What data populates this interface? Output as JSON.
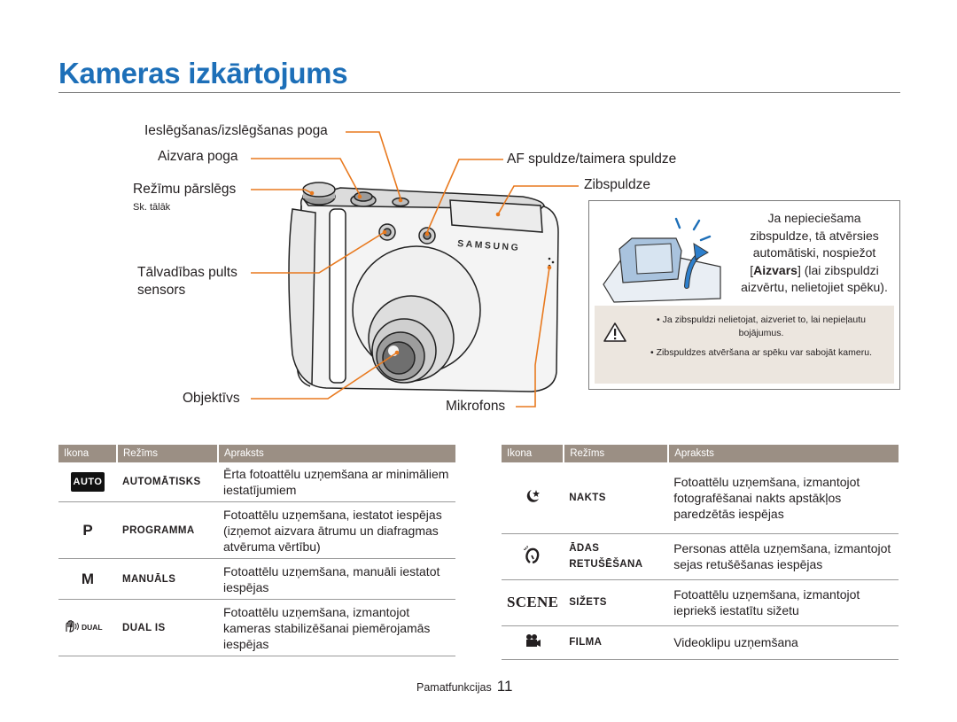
{
  "page": {
    "title": "Kameras izkārtojums",
    "footer_section": "Pamatfunkcijas",
    "page_number": "11"
  },
  "labels": {
    "power": "Ieslēgšanas/izslēgšanas poga",
    "shutter": "Aizvara poga",
    "af_lamp": "AF spuldze/taimera spuldze",
    "mode_dial": "Režīmu pārslēgs",
    "mode_dial_note": "Sk. tālāk",
    "flash": "Zibspuldze",
    "remote_line1": "Tālvadības pults",
    "remote_line2": "sensors",
    "lens": "Objektīvs",
    "mic": "Mikrofons",
    "brand": "SAMSUNG"
  },
  "flash_box": {
    "line1": "Ja nepieciešama",
    "line2": "zibspuldze, tā atvērsies",
    "line3": "automātiski, nospiežot",
    "line4_key": "Aizvars",
    "line4_rest": "(lai zibspuldzi",
    "line5": "aizvērtu, nelietojiet spēku).",
    "bracket_open": "[",
    "bracket_close": "]",
    "warnings": [
      "Ja zibspuldzi nelietojat, aizveriet to, lai nepieļautu bojājumus.",
      "Zibspuldzes atvēršana ar spēku var sabojāt kameru."
    ]
  },
  "table_headers": [
    "Ikona",
    "Režīms",
    "Apraksts"
  ],
  "modes_left": [
    {
      "icon": "AUTO",
      "icon_name": "auto-mode-icon",
      "mode": "AUTOMĀTISKS",
      "desc": "Ērta fotoattēlu uzņemšana ar minimāliem iestatījumiem"
    },
    {
      "icon": "P",
      "icon_name": "program-mode-icon",
      "mode": "PROGRAMMA",
      "desc": "Fotoattēlu uzņemšana, iestatot iespējas (izņemot aizvara ātrumu un diafragmas atvēruma vērtību)"
    },
    {
      "icon": "M",
      "icon_name": "manual-mode-icon",
      "mode": "MANUĀLS",
      "desc": "Fotoattēlu uzņemšana, manuāli iestatot iespējas"
    },
    {
      "icon": "DUAL",
      "icon_name": "dual-is-hand-icon",
      "mode": "DUAL IS",
      "desc": "Fotoattēlu uzņemšana, izmantojot kameras stabilizēšanai piemērojamās iespējas"
    }
  ],
  "modes_right": [
    {
      "icon": "night",
      "icon_name": "night-moon-star-icon",
      "mode": "NAKTS",
      "desc": "Fotoattēlu uzņemšana, izmantojot fotografēšanai nakts apstākļos paredzētās iespējas"
    },
    {
      "icon": "beauty",
      "icon_name": "beauty-face-icon",
      "mode": "ĀDAS RETUŠĒŠANA",
      "desc": "Personas attēla uzņemšana, izmantojot sejas retušēšanas iespējas"
    },
    {
      "icon": "SCENE",
      "icon_name": "scene-mode-icon",
      "mode": "SIŽETS",
      "desc": "Fotoattēlu uzņemšana, izmantojot iepriekš iestatītu sižetu"
    },
    {
      "icon": "movie",
      "icon_name": "movie-camera-icon",
      "mode": "FILMA",
      "desc": "Videoklipu uzņemšana"
    }
  ],
  "colors": {
    "title_blue": "#1d6fb8",
    "leader_orange": "#e8791e",
    "header_taupe": "#9b8f84",
    "warn_bg": "#ece6df"
  }
}
